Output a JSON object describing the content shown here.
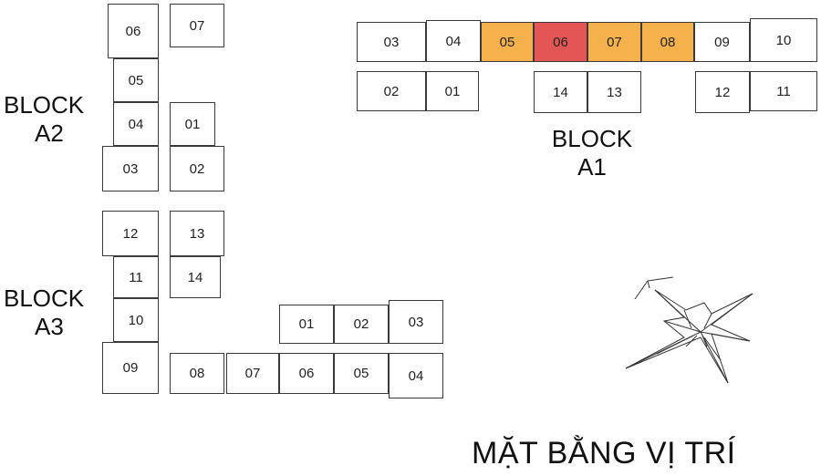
{
  "title": "MẶT BẰNG VỊ TRÍ",
  "colors": {
    "highlight_orange": "#f5b24c",
    "highlight_red": "#e45555",
    "outline": "#3a3a3a"
  },
  "blocks": {
    "a1": {
      "label_line1": "BLOCK",
      "label_line2": "A1",
      "top_row": [
        "03",
        "04",
        "05",
        "06",
        "07",
        "08",
        "09",
        "10"
      ],
      "bottom_row": [
        "02",
        "01",
        "14",
        "13",
        "12",
        "11"
      ],
      "highlighted_orange": [
        "05",
        "07",
        "08"
      ],
      "highlighted_red": [
        "06"
      ]
    },
    "a2": {
      "label_line1": "BLOCK",
      "label_line2": "A2",
      "units": [
        "06",
        "07",
        "05",
        "04",
        "01",
        "03",
        "02"
      ]
    },
    "a3": {
      "label_line1": "BLOCK",
      "label_line2": "A3",
      "units": [
        "12",
        "13",
        "11",
        "14",
        "10",
        "09",
        "01",
        "02",
        "03",
        "08",
        "07",
        "06",
        "05",
        "04"
      ]
    }
  },
  "compass": {
    "icon": "compass-rose-icon"
  }
}
